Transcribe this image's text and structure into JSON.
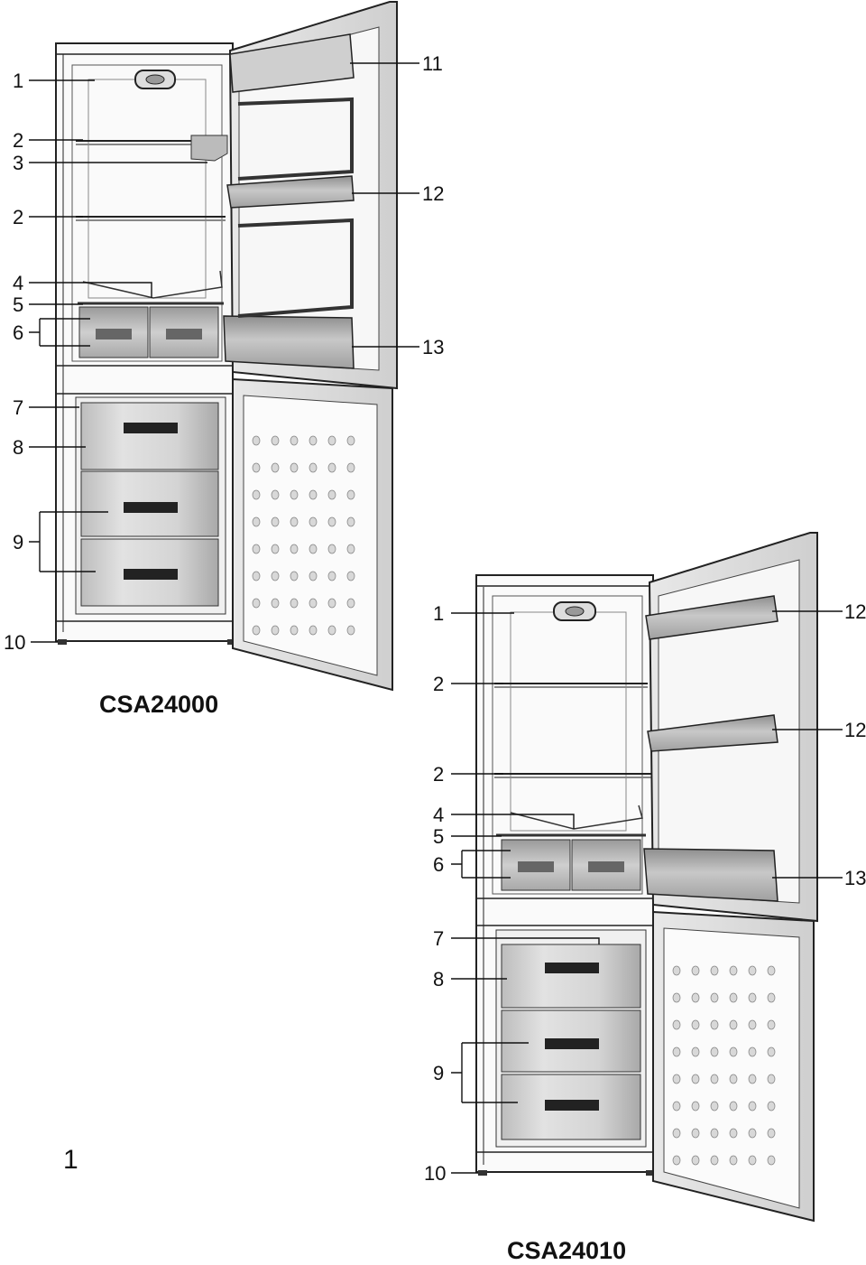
{
  "figure_number": "1",
  "fridges": [
    {
      "id": "csa24000",
      "model": "CSA24000",
      "callouts_left": [
        "1",
        "2",
        "3",
        "2",
        "4",
        "5",
        "6",
        "7",
        "8",
        "9",
        "10"
      ],
      "callouts_right": [
        "11",
        "12",
        "13"
      ]
    },
    {
      "id": "csa24010",
      "model": "CSA24010",
      "callouts_left": [
        "1",
        "2",
        "2",
        "4",
        "5",
        "6",
        "7",
        "8",
        "9",
        "10"
      ],
      "callouts_right": [
        "12",
        "12",
        "13"
      ]
    }
  ]
}
